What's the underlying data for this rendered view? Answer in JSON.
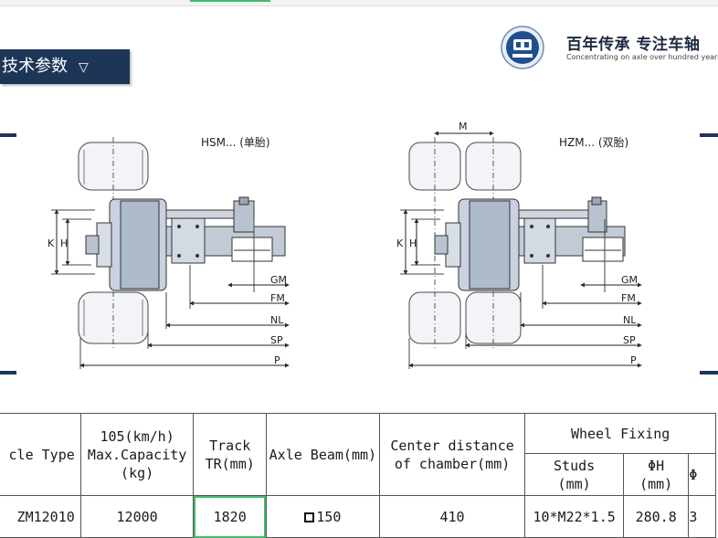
{
  "header": {
    "section_title": "技术参数",
    "section_caret": "▽",
    "slogan": "百年传承 专注车轴",
    "slogan_en": "Concentrating on axle over hundred years"
  },
  "diagrams": [
    {
      "title": "HSM... (单胎)",
      "labels": [
        "K",
        "H",
        "GM",
        "FM",
        "NL",
        "SP",
        "P"
      ]
    },
    {
      "title": "HZM... (双胎)",
      "top_label": "M",
      "labels": [
        "K",
        "H",
        "GM",
        "FM",
        "NL",
        "SP",
        "P"
      ]
    }
  ],
  "table": {
    "headers": {
      "vehicle_type": "cle Type",
      "capacity_l1": "105(km/h)",
      "capacity_l2": "Max.Capacity",
      "capacity_l3": "(kg)",
      "track_l1": "Track",
      "track_l2": "TR(mm)",
      "axle_beam": "Axle Beam(mm)",
      "center_l1": "Center distance",
      "center_l2": "of chamber(mm)",
      "wheel_fixing": "Wheel Fixing",
      "studs_l1": "Studs",
      "studs_l2": "(mm)",
      "phih_l1": "ΦH",
      "phih_l2": "(mm)",
      "phi3_l1": "Φ"
    },
    "row": {
      "type": "ZM12010",
      "capacity": "12000",
      "track": "1820",
      "axle_beam": "150",
      "center": "410",
      "studs": "10*M22*1.5",
      "phih": "280.8",
      "phi3": "3"
    }
  }
}
